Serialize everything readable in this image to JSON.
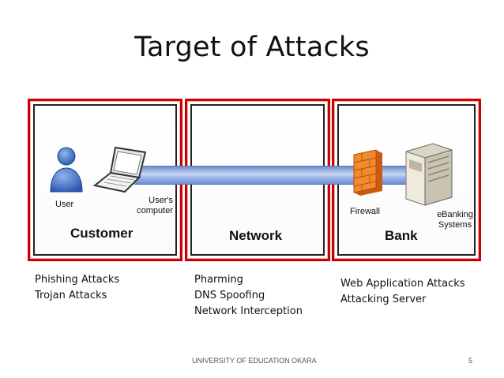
{
  "slide": {
    "title": "Target of Attacks",
    "footer": "UNIVERSITY OF EDUCATION OKARA",
    "page_number": "5"
  },
  "diagram": {
    "zones": [
      {
        "label": "Customer"
      },
      {
        "label": "Network"
      },
      {
        "label": "Bank"
      }
    ],
    "nodes": {
      "user": "User",
      "computer": "User's computer",
      "firewall": "Firewall",
      "server": "eBanking Systems"
    },
    "frame_color": "#cc0000",
    "pipe_color": "#7f9ad8",
    "user_color": "#3a6fc4",
    "firewall_color": "#f07a1a"
  },
  "attacks": {
    "customer": [
      "Phishing Attacks",
      "Trojan Attacks"
    ],
    "network": [
      "Pharming",
      "DNS Spoofing",
      "Network Interception"
    ],
    "bank": [
      "Web Application Attacks",
      "Attacking Server"
    ]
  }
}
